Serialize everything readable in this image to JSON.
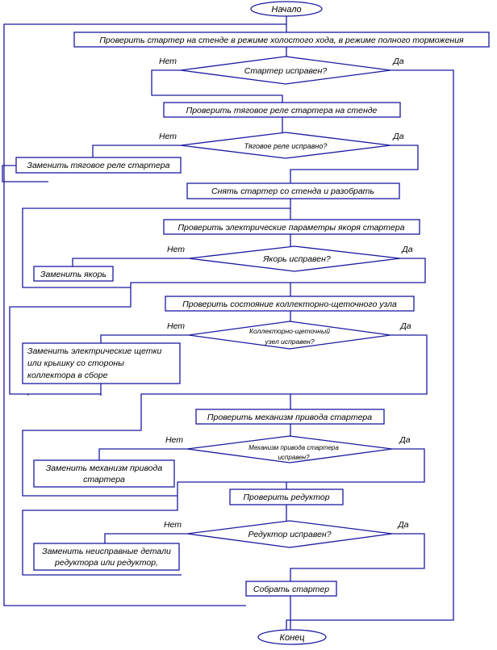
{
  "flowchart": {
    "start": "Начало",
    "end": "Конец",
    "no_label": "Нет",
    "yes_label": "Да",
    "steps": {
      "check_starter": "Проверить стартер на стенде в режиме холостого хода, в режиме полного торможения",
      "check_relay": "Проверить тяговое реле стартера на стенде",
      "replace_relay": "Заменить тяговое реле стартера",
      "remove_starter": "Снять стартер со стенда и разобрать",
      "check_armature": "Проверить электрические параметры якоря стартера",
      "replace_armature": "Заменить якорь",
      "check_brush": "Проверить состояние коллекторно-щеточного узла",
      "replace_brush": [
        "Заменить электрические щетки",
        "или крышку со стороны",
        "коллектора в сборе"
      ],
      "brush_note": ",",
      "check_drive": "Проверить механизм привода стартера",
      "replace_drive": [
        "Заменить механизм привода",
        "стартера"
      ],
      "check_reducer": "Проверить редуктор",
      "replace_reducer": [
        "Заменить неисправные детали",
        "редуктора или редуктор,"
      ],
      "assemble": "Собрать стартер"
    },
    "decisions": {
      "starter_ok": "Стартер исправен?",
      "relay_ok": "Тяговое реле исправно?",
      "armature_ok": "Якорь исправен?",
      "brush_ok": [
        "Коллекторно-щеточный",
        "узел исправен?"
      ],
      "drive_ok": [
        "Механизм привода стартера",
        "исправен?"
      ],
      "reducer_ok": "Редуктор исправен?"
    }
  }
}
